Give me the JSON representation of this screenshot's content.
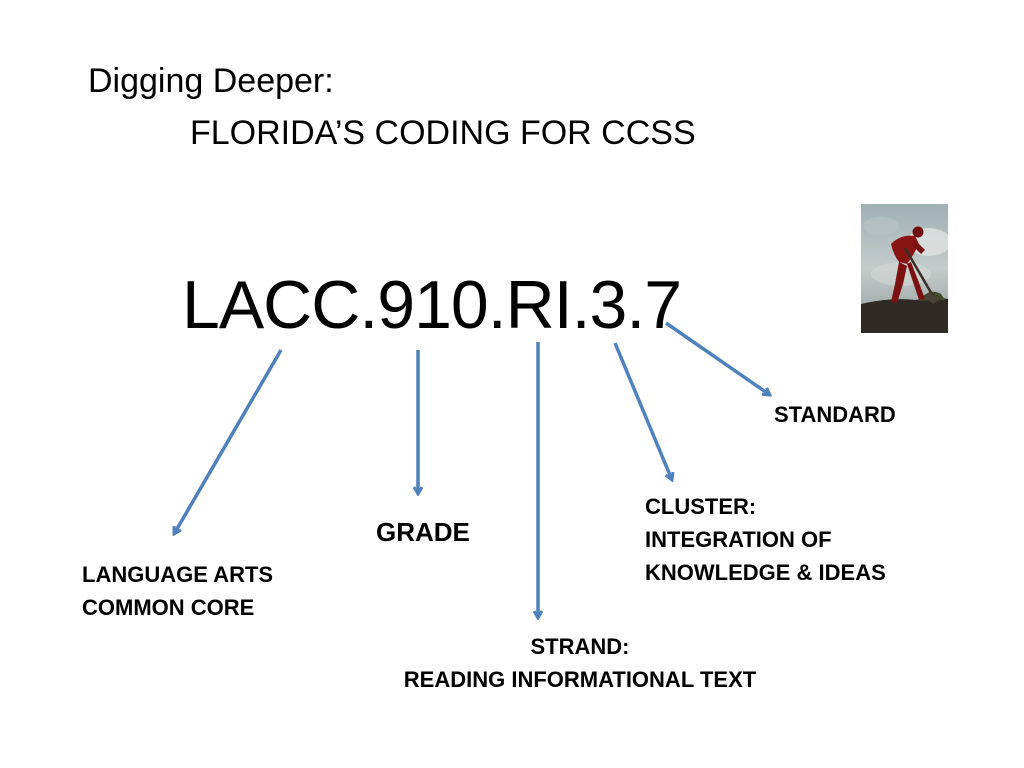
{
  "title": {
    "line1": "Digging Deeper:",
    "line2": "FLORIDA’S CODING FOR CCSS"
  },
  "code": "LACC.910.RI.3.7",
  "labels": {
    "standard": "STANDARD",
    "grade": "GRADE",
    "language_arts": [
      "LANGUAGE ARTS",
      "COMMON CORE"
    ],
    "strand": [
      "STRAND:",
      "READING INFORMATIONAL TEXT"
    ],
    "cluster": [
      "CLUSTER:",
      "INTEGRATION OF",
      "KNOWLEDGE & IDEAS"
    ]
  },
  "colors": {
    "arrow": "#4f81bd",
    "text": "#000000"
  },
  "image": {
    "icon": "person-digging-photo"
  }
}
